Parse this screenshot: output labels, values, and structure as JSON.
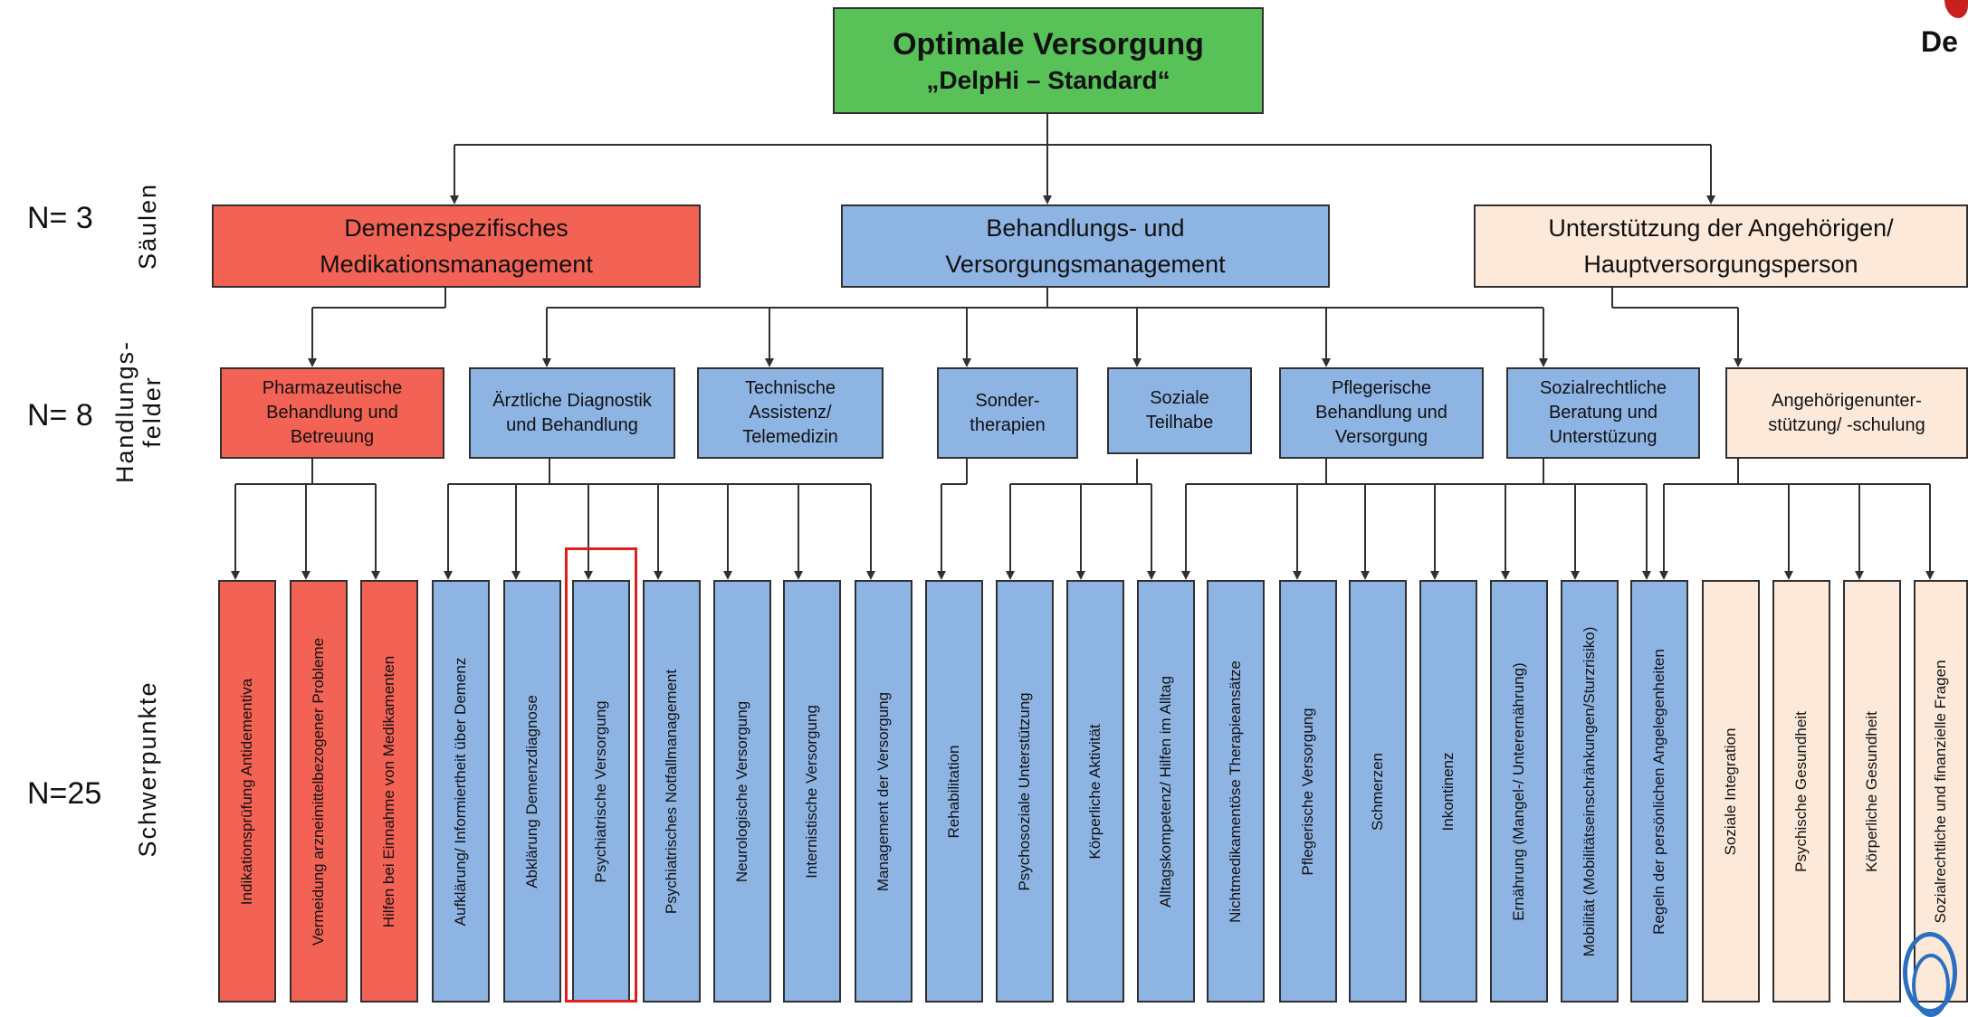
{
  "top": {
    "title": "Optimale Versorgung",
    "subtitle": "„DelpHi – Standard“"
  },
  "logo": {
    "text": "De"
  },
  "row_labels": {
    "pillars_count": "N= 3",
    "pillars_name": "Säulen",
    "fields_count": "N= 8",
    "fields_name": "Handlungs-\nfelder",
    "focus_count": "N=25",
    "focus_name": "Schwerpunkte"
  },
  "pillars": [
    {
      "text": "Demenzspezifisches\nMedikationsmanagement",
      "color": "#f26355"
    },
    {
      "text": "Behandlungs- und\nVersorgungsmanagement",
      "color": "#8eb4e3"
    },
    {
      "text": "Unterstützung der Angehörigen/\nHauptversorgungsperson",
      "color": "#fde9d9"
    }
  ],
  "fields": [
    {
      "text": "Pharmazeutische\nBehandlung und\nBetreuung",
      "pillar": 0
    },
    {
      "text": "Ärztliche Diagnostik\nund Behandlung",
      "pillar": 1
    },
    {
      "text": "Technische\nAssistenz/\nTelemedizin",
      "pillar": 1
    },
    {
      "text": "Sonder-\ntherapien",
      "pillar": 1
    },
    {
      "text": "Soziale\nTeilhabe",
      "pillar": 1
    },
    {
      "text": "Pflegerische\nBehandlung und\nVersorgung",
      "pillar": 1
    },
    {
      "text": "Sozialrechtliche\nBeratung und\nUnterstüzung",
      "pillar": 1
    },
    {
      "text": "Angehörigenunter-\nstützung/ -schulung",
      "pillar": 2
    }
  ],
  "focus": [
    "Indikationsprüfung Antidementiva",
    "Vermeidung arzneimittelbezogener Probleme",
    "Hilfen bei Einnahme von Medikamenten",
    "Aufklärung/ Informiertheit über Demenz",
    "Abklärung Demenzdiagnose",
    "Psychiatrische Versorgung",
    "Psychiatrisches Notfallmanagement",
    "Neurologische Versorgung",
    "Internistische Versorgung",
    "Management der Versorgung",
    "Rehabilitation",
    "Psychosoziale Unterstützung",
    "Körperliche Aktivität",
    "Alltagskompetenz/ Hilfen im Alltag",
    "Nichtmedikamentöse Therapieansätze",
    "Pflegerische Versorgung",
    "Schmerzen",
    "Inkontinenz",
    "Ernährung (Mangel-/ Unterernährung)",
    "Mobilität (Mobilitätseinschränkungen/Sturzrisiko)",
    "Regeln der persönlichen Angelegenheiten",
    "Soziale Integration",
    "Psychische Gesundheit",
    "Körperliche Gesundheit",
    "Sozialrechtliche und finanzielle Fragen"
  ],
  "highlighted_focus": "Psychiatrische Versorgung",
  "colors": {
    "green": "#58c158",
    "red": "#f26355",
    "blue": "#8eb4e3",
    "peach": "#fde9d9",
    "highlight": "#e11d1d"
  }
}
